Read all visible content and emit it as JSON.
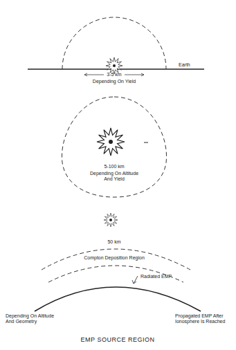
{
  "diagram": {
    "caption": "EMP SOURCE REGION",
    "labels": [
      "Earth",
      "3-5 km",
      "Depending On Yield",
      "5-100 km",
      "Depending On Altitude And Yield",
      "50 km",
      "Compton Deposition Region",
      "Radiated EMP",
      "Depending On Altitude And Geometry",
      "Propagated EMP After Ionosphere Is Reached"
    ]
  }
}
